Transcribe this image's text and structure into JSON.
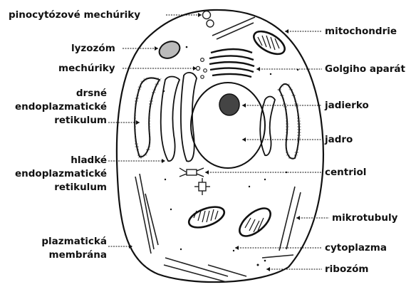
{
  "diagram": {
    "labels_left": {
      "pinocytotic": "pinocytózové mechúriky",
      "lysosome": "lyzozóm",
      "vesicles": "mechúriky",
      "rough_er": [
        "drsné",
        "endoplazmatické",
        "retikulum"
      ],
      "smooth_er": [
        "hladké",
        "endoplazmatické",
        "retikulum"
      ],
      "membrane": [
        "plazmatická",
        "membrána"
      ]
    },
    "labels_right": {
      "mitochondria": "mitochondrie",
      "golgi": "Golgiho aparát",
      "nucleolus": "jadierko",
      "nucleus": "jadro",
      "centriole": "centriol",
      "microtubules": "mikrotubuly",
      "cytoplasm": "cytoplazma",
      "ribosome": "ribozóm"
    }
  }
}
